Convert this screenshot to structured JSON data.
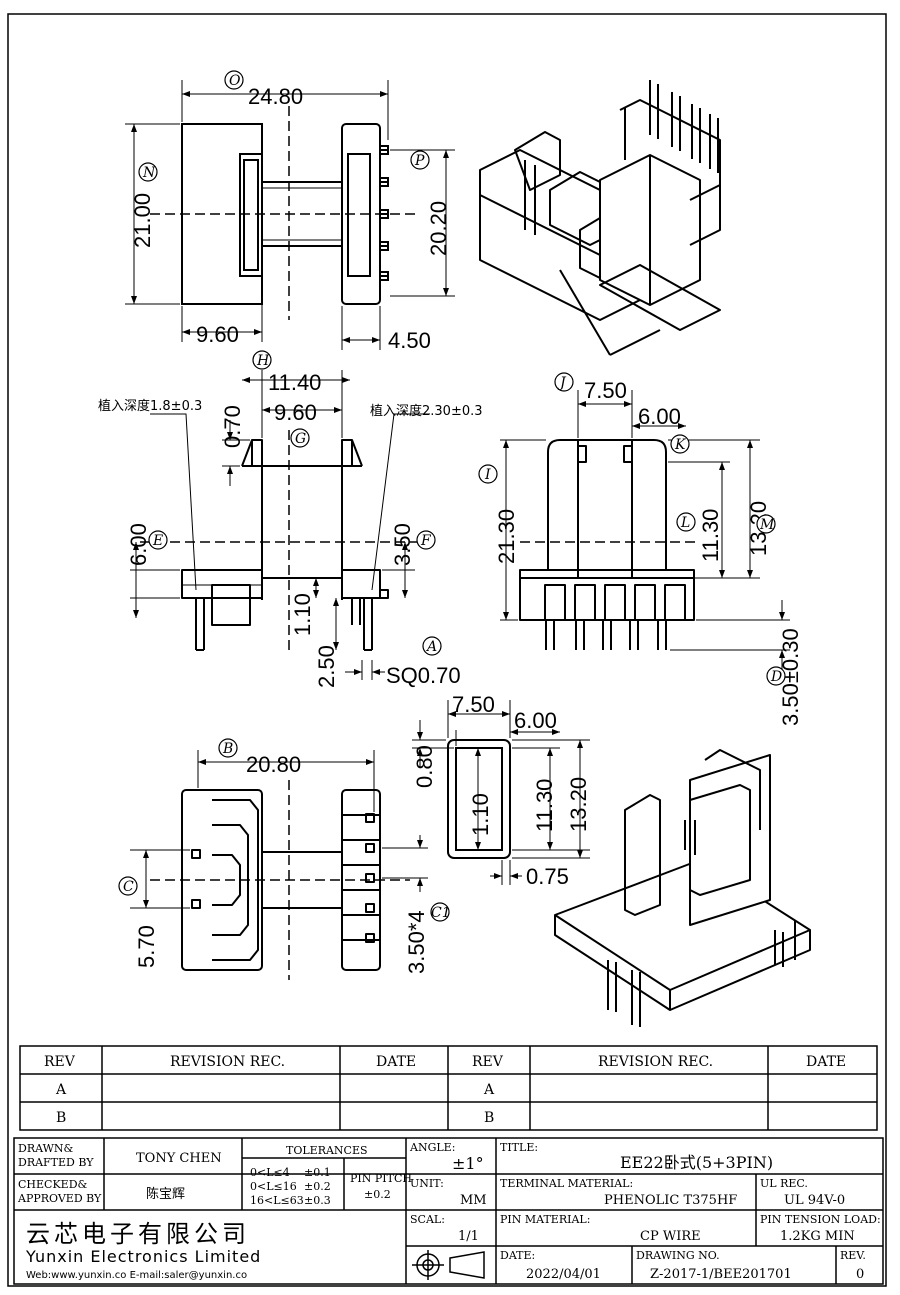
{
  "dims": {
    "o_24_80": "24.80",
    "n_21_00": "21.00",
    "p_20_20": "20.20",
    "d_9_60_top": "9.60",
    "d_4_50": "4.50",
    "h_11_40": "11.40",
    "d_9_60_mid": "9.60",
    "d_0_70": "0.70",
    "e_6_00": "6.00",
    "f_3_50": "3.50",
    "d_1_10": "1.10",
    "d_2_50": "2.50",
    "sq": "SQ0.70",
    "j_7_50": "7.50",
    "k_6_00": "6.00",
    "i_21_30": "21.30",
    "l_11_30": "11.30",
    "m_13_20": "13.20",
    "d_3_50_tol": "3.50±0.30",
    "b_20_80": "20.80",
    "c_5_70": "5.70",
    "c1_3_50x4": "3.50*4",
    "s_7_50": "7.50",
    "s_6_00": "6.00",
    "s_0_80": "0.80",
    "s_1_10": "1.10",
    "s_11_30": "11.30",
    "s_13_20": "13.20",
    "s_0_75": "0.75"
  },
  "notes": {
    "depth_left": "植入深度1.8±0.3",
    "depth_right": "植入深度2.30±0.3"
  },
  "balloons": {
    "O": "O",
    "N": "N",
    "P": "P",
    "H": "H",
    "G": "G",
    "E": "E",
    "F": "F",
    "A": "A",
    "J": "J",
    "K": "K",
    "I": "I",
    "L": "L",
    "M": "M",
    "D": "D",
    "B": "B",
    "C": "C",
    "C1": "C1"
  },
  "revision_table": {
    "headers": [
      "REV",
      "REVISION REC.",
      "DATE",
      "REV",
      "REVISION REC.",
      "DATE"
    ],
    "rows": [
      [
        "A",
        "A"
      ],
      [
        "B",
        "B"
      ]
    ]
  },
  "title_block": {
    "drawn_label": "DRAWN&",
    "drafted_label": "DRAFTED BY",
    "drawn_name": "TONY CHEN",
    "checked_label": "CHECKED&",
    "approved_label": "APPROVED BY",
    "approved_name": "陈宝辉",
    "tolerances_label": "TOLERANCES",
    "tol_rows": [
      {
        "range": "0<L≤4",
        "tol": "±0.1"
      },
      {
        "range": "0<L≤16",
        "tol": "±0.2"
      },
      {
        "range": "16<L≤63",
        "tol": "±0.3"
      }
    ],
    "pin_pitch_label": "PIN PITCH",
    "pin_pitch_value": "±0.2",
    "angle_label": "ANGLE:",
    "angle_value": "±1°",
    "unit_label": "UNIT:",
    "unit_value": "MM",
    "scale_label": "SCAL:",
    "scale_value": "1/1",
    "title_label": "TITLE:",
    "title_value": "EE22卧式(5+3PIN)",
    "terminal_label": "TERMINAL MATERIAL:",
    "terminal_value": "PHENOLIC T375HF",
    "ul_label": "UL REC.",
    "ul_value": "UL 94V-0",
    "pin_material_label": "PIN MATERIAL:",
    "pin_material_value": "CP WIRE",
    "pin_tension_label": "PIN TENSION LOAD:",
    "pin_tension_value": "1.2KG MIN",
    "date_label": "DATE:",
    "date_value": "2022/04/01",
    "drawing_no_label": "DRAWING NO.",
    "drawing_no_value": "Z-2017-1/BEE201701",
    "rev_label": "REV.",
    "rev_value": "0",
    "company_cn": "云芯电子有限公司",
    "company_en": "Yunxin Electronics Limited",
    "company_web": "Web:www.yunxin.co E-mail:saler@yunxin.co"
  }
}
